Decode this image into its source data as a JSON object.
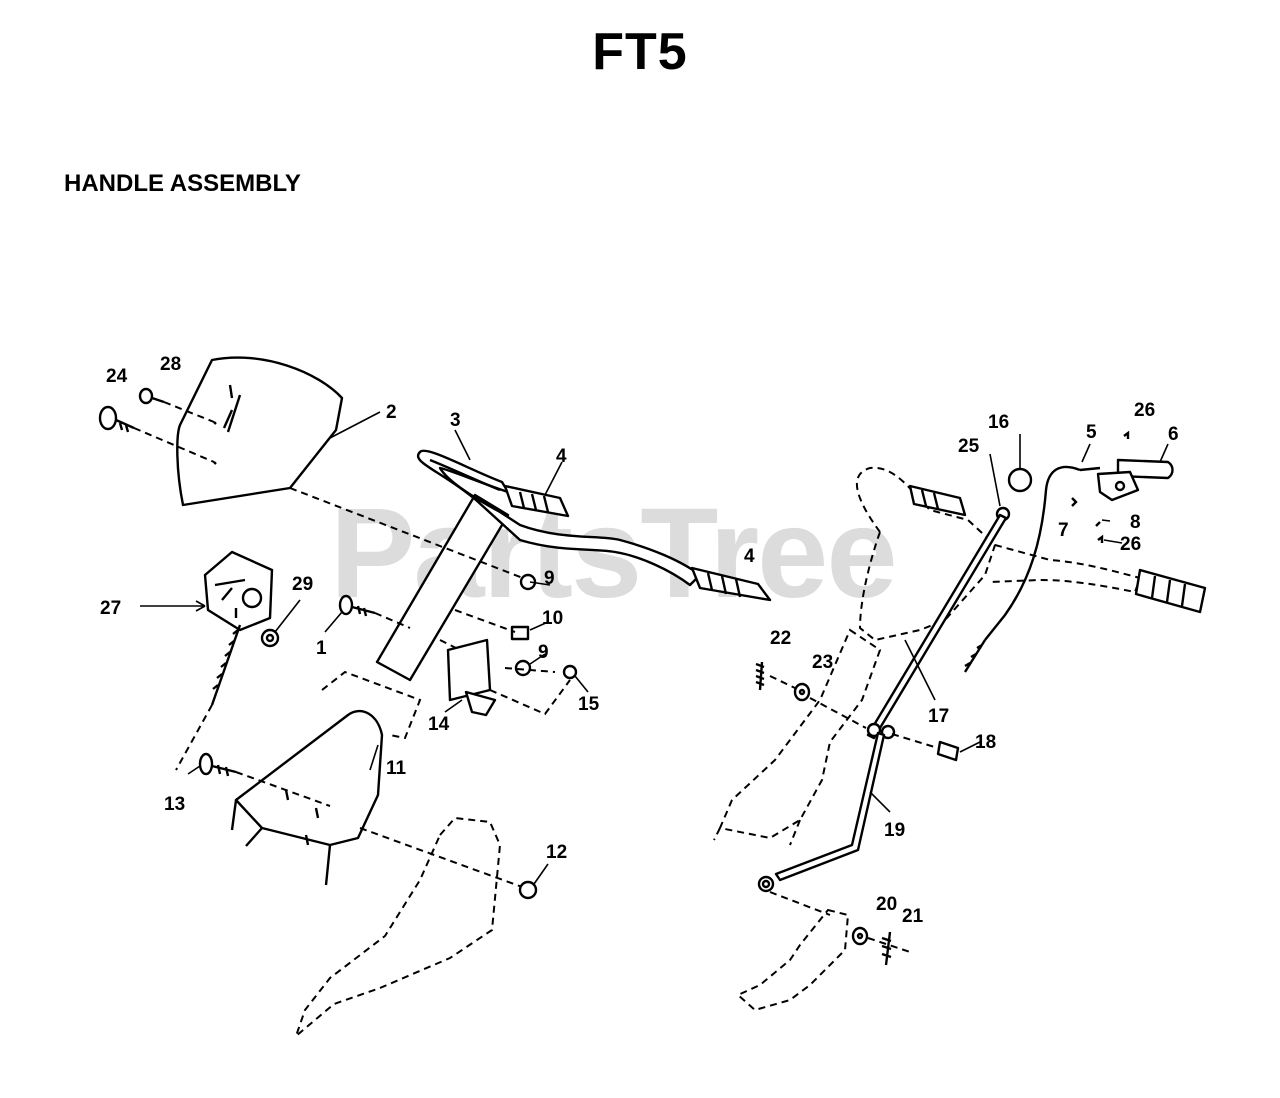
{
  "header": {
    "title": "FT5",
    "section": "HANDLE ASSEMBLY"
  },
  "watermark": {
    "text": "PartsTree"
  },
  "callouts": {
    "c1": "1",
    "c2": "2",
    "c3": "3",
    "c4a": "4",
    "c4b": "4",
    "c5": "5",
    "c6": "6",
    "c7": "7",
    "c8": "8",
    "c9a": "9",
    "c9b": "9",
    "c10": "10",
    "c11": "11",
    "c12": "12",
    "c13": "13",
    "c14": "14",
    "c15": "15",
    "c16": "16",
    "c17": "17",
    "c18": "18",
    "c19": "19",
    "c20": "20",
    "c21": "21",
    "c22": "22",
    "c23": "23",
    "c24": "24",
    "c25": "25",
    "c26a": "26",
    "c26b": "26",
    "c27": "27",
    "c28": "28",
    "c29": "29"
  }
}
